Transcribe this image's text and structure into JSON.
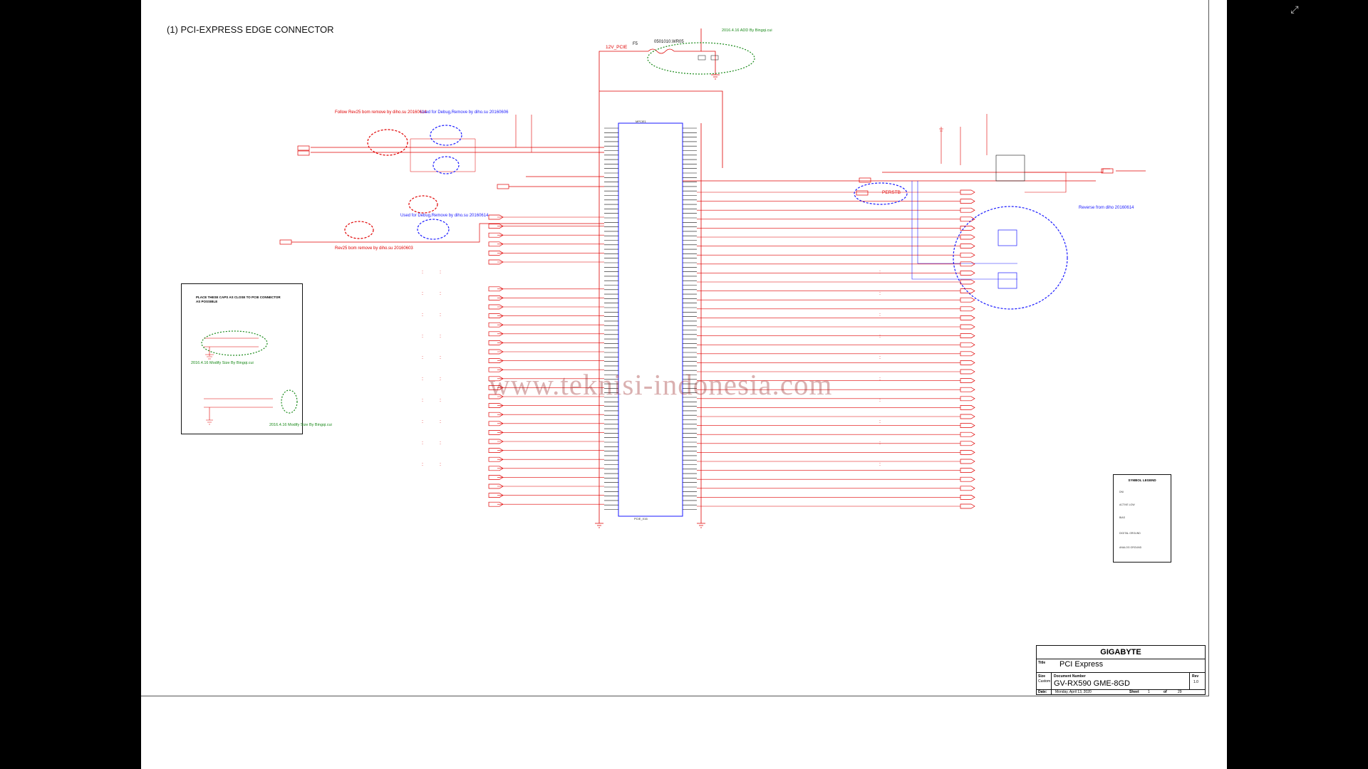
{
  "viewer": {
    "expand_icon": "expand-arrows-icon"
  },
  "sheet": {
    "heading": "(1) PCI-EXPRESS EDGE CONNECTOR",
    "watermark": "www.teknisi-indonesia.com",
    "notes": {
      "add_by_bingqi": "2016.4.16 ADD By Bingqi.cui",
      "follow_rev25": "Follow Rev25 bom remove by diho.su 20160614",
      "used_debug_top": "Used for Debug,Remove by diho.su 20160606",
      "used_debug_mid": "Used for Debug,Remove by diho.su 20160614",
      "rev25_bottom": "Rev25 bom remove by diho.su 20160603",
      "reverse_from_diho": "Reverse from diho 20160614",
      "modify_size_1": "2016.4.16 Modify Size By Bingqi.cui",
      "modify_size_2": "2016.4.16 Modify Size By Bingqi.cui",
      "place_caps": "PLACE THESE CAPS AS CLOSE TO PCIE CONNECTOR AS POSSIBLE"
    },
    "nets": {
      "v12_pcie": "12V_PCIE",
      "perstb": "PERSTB",
      "fuse_ref": "F5",
      "fuse_part": "0501010.WR05"
    },
    "connector": {
      "ref": "MPCIE1",
      "part": "PCIE_X16"
    }
  },
  "legend": {
    "title": "SYMBOL LEGEND",
    "rows": [
      "DNI",
      "ACTIVE LOW",
      "BIAS",
      "DIGITAL GROUND",
      "ANALOG GROUND"
    ]
  },
  "title_block": {
    "company": "GIGABYTE",
    "title_label": "Title",
    "title": "PCI Express",
    "size_label": "Size",
    "size": "Custom",
    "docnum_label": "Document Number",
    "docnum": "GV-RX590 GME-8GD",
    "rev_label": "Rev",
    "rev": "1.0",
    "date_label": "Date:",
    "date": "Monday, April 13, 2020",
    "sheet_label": "Sheet",
    "sheet": "1",
    "of_label": "of",
    "of": "29"
  }
}
